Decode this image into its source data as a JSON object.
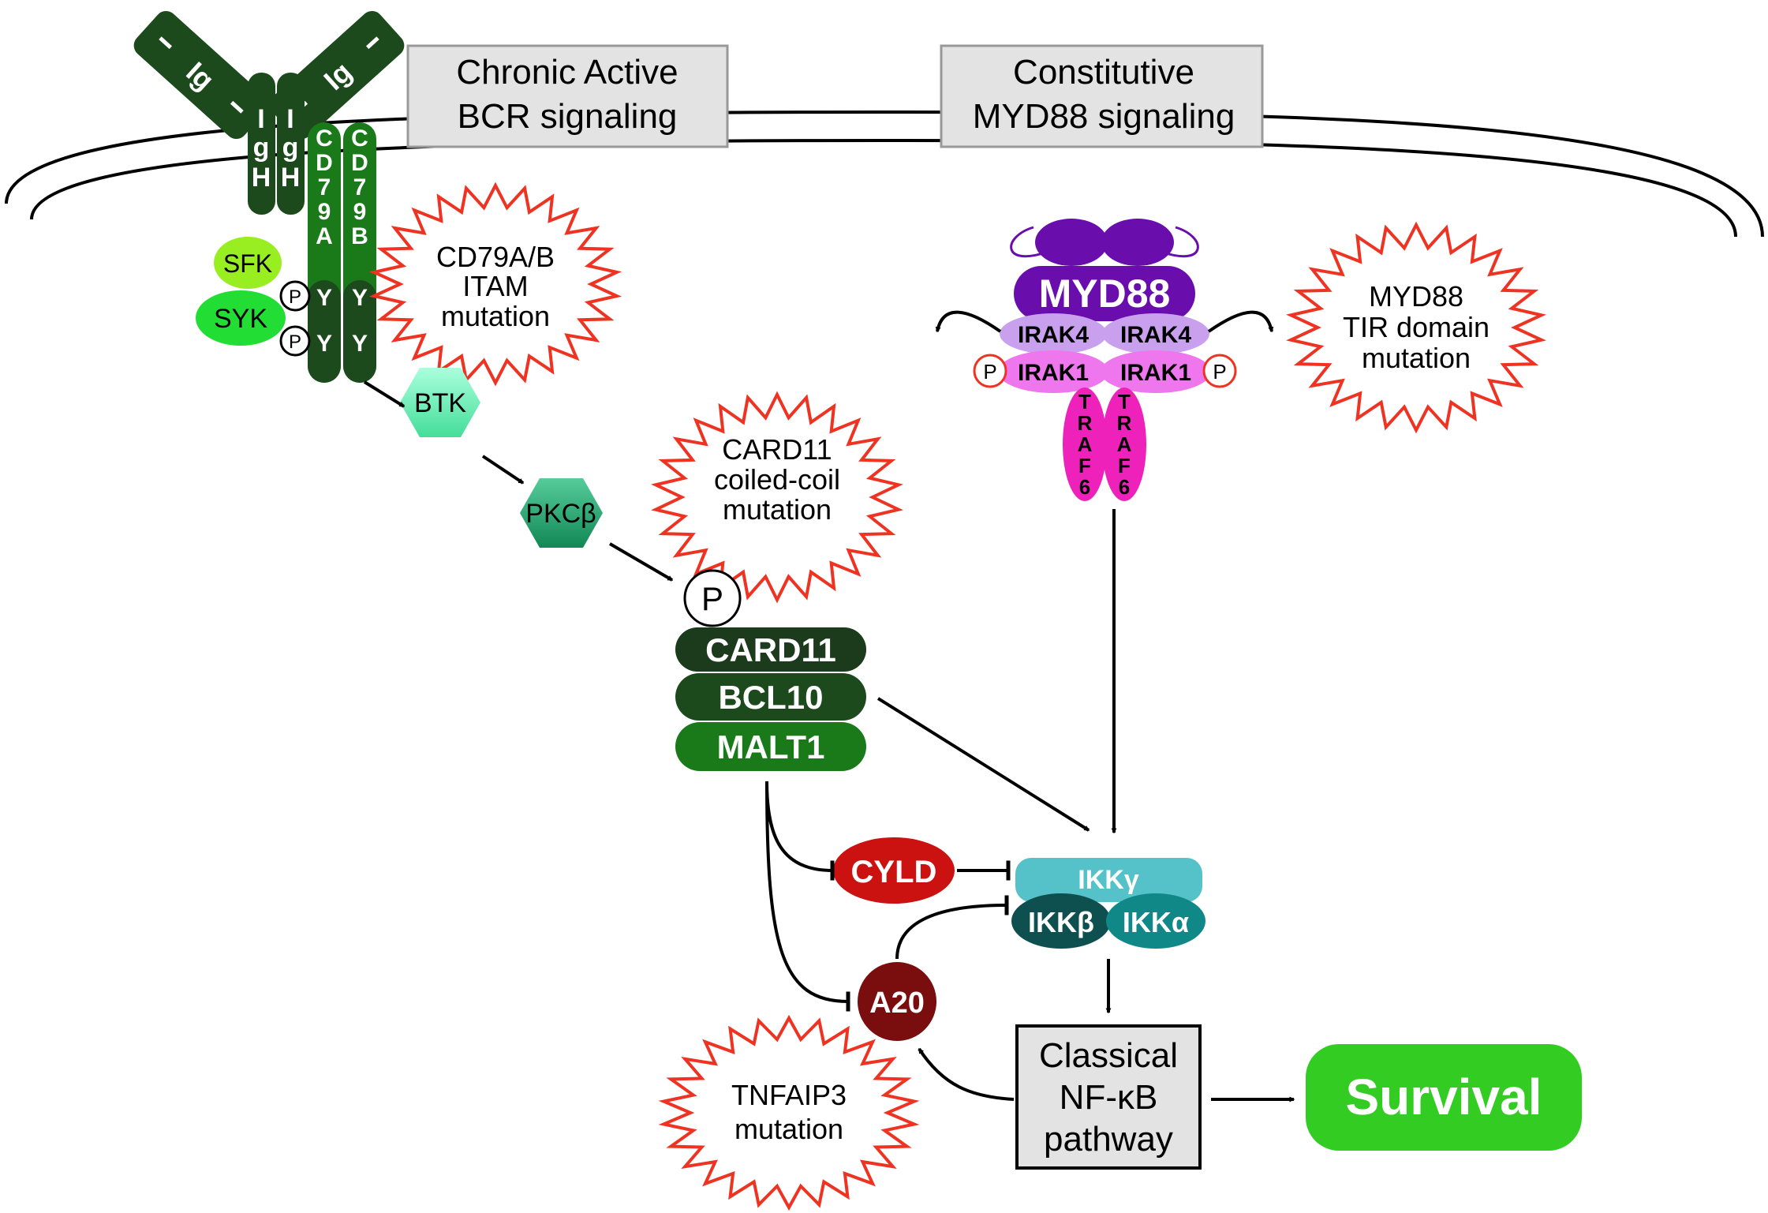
{
  "headers": {
    "bcr": [
      "Chronic Active",
      "BCR signaling"
    ],
    "myd88": [
      "Constitutive",
      "MYD88 signaling"
    ]
  },
  "receptor": {
    "ig_label": "Ig",
    "igh_letters": [
      "I",
      "g",
      "H"
    ],
    "cd79a_letters": [
      "C",
      "D",
      "7",
      "9",
      "A"
    ],
    "cd79b_letters": [
      "C",
      "D",
      "7",
      "9",
      "B"
    ],
    "tyrosine": "Y",
    "phospho": "P",
    "sfk": "SFK",
    "syk": "SYK"
  },
  "kinases": {
    "btk": "BTK",
    "pkcb": "PKCβ"
  },
  "cbm": {
    "phospho": "P",
    "card11": "CARD11",
    "bcl10": "BCL10",
    "malt1": "MALT1"
  },
  "myd88_complex": {
    "myd88": "MYD88",
    "irak4_left": "IRAK4",
    "irak4_right": "IRAK4",
    "irak1_left": "IRAK1",
    "irak1_right": "IRAK1",
    "traf6_letters": [
      "T",
      "R",
      "A",
      "F",
      "6"
    ],
    "phospho": "P"
  },
  "mutations": {
    "cd79": [
      "CD79A/B",
      "ITAM",
      "mutation"
    ],
    "card11": [
      "CARD11",
      "coiled-coil",
      "mutation"
    ],
    "myd88": [
      "MYD88",
      "TIR domain",
      "mutation"
    ],
    "tnfaip3": [
      "TNFAIP3",
      "mutation"
    ]
  },
  "ikk": {
    "gamma": "IKKγ",
    "beta": "IKKβ",
    "alpha": "IKKα"
  },
  "regulators": {
    "cyld": "CYLD",
    "a20": "A20"
  },
  "nfkb": [
    "Classical",
    "NF-κB",
    "pathway"
  ],
  "outcome": "Survival",
  "colors": {
    "dark_green": "#1c4a1c",
    "mid_green": "#1a7a1a",
    "bright_green": "#33cc22",
    "lime": "#99ee22",
    "syk_green": "#22dd33",
    "btk": "#66eebb",
    "pkcb": "#22aa77",
    "purple": "#6a0dad",
    "irak4": "#c9a0ee",
    "irak1": "#ee77ee",
    "traf6": "#ee22bb",
    "mutation_red": "#ee3322",
    "cyld": "#cc1111",
    "a20": "#7a0e0e",
    "ikk_gamma": "#55c2c9",
    "ikk_beta": "#0e4f4f",
    "ikk_alpha": "#118888",
    "box_gray": "#e3e3e3",
    "survival": "#33cc22"
  }
}
